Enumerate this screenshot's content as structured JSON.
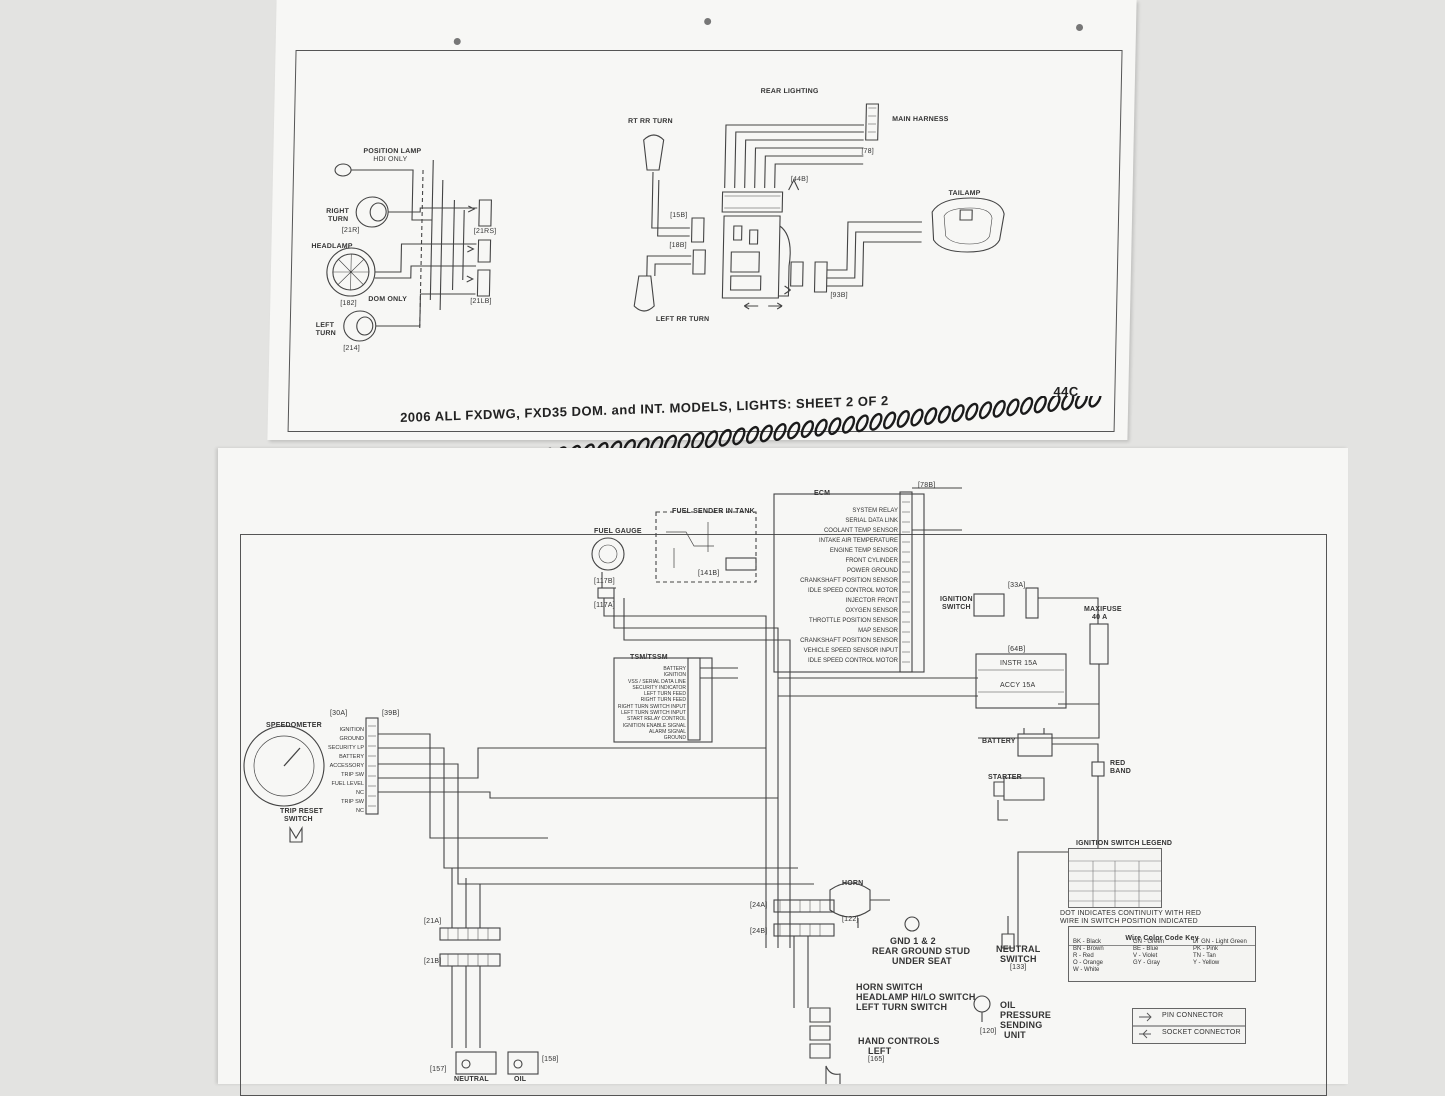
{
  "upper_sheet": {
    "ref_code": "44C",
    "title": "2006 ALL FXDWG, FXD35 DOM. and INT. MODELS, LIGHTS: SHEET 2 OF 2",
    "section_rear": "REAR LIGHTING",
    "labels": {
      "position_lamp": "POSITION LAMP",
      "hdi_only": "HDI ONLY",
      "right_turn_1": "RIGHT",
      "right_turn_2": "TURN",
      "headlamp": "HEADLAMP",
      "dom_only": "DOM ONLY",
      "left_turn_1": "LEFT",
      "left_turn_2": "TURN",
      "rt_rr_turn": "RT RR TURN",
      "left_rr_turn": "LEFT RR TURN",
      "main_harness": "MAIN HARNESS",
      "tailamp": "TAILAMP"
    },
    "refs": [
      "[21R]",
      "[182]",
      "[214]",
      "[21RS]",
      "[21LB]",
      "[18B]",
      "[15B]",
      "[93B]",
      "[44B]",
      "[78]"
    ]
  },
  "lower_sheet": {
    "labels": {
      "fuel_gauge": "FUEL GAUGE",
      "fuel_sender": "FUEL SENDER IN TANK",
      "ecm": "ECM",
      "tsm": "TSM/TSSM",
      "speedometer": "SPEEDOMETER",
      "trip_reset_1": "TRIP RESET",
      "trip_reset_2": "SWITCH",
      "ignition_switch_1": "IGNITION",
      "ignition_switch_2": "SWITCH",
      "maxi_fuse_1": "MAXIFUSE",
      "maxi_fuse_2": "40 A",
      "battery": "BATTERY",
      "starter": "STARTER",
      "red_band_1": "RED",
      "red_band_2": "BAND",
      "horn": "HORN",
      "rear_ground_1": "GND 1 & 2",
      "rear_ground_2": "REAR GROUND STUD",
      "rear_ground_3": "UNDER SEAT",
      "neutral_switch_1": "NEUTRAL",
      "neutral_switch_2": "SWITCH",
      "horn_switch": "HORN SWITCH",
      "headlamp_switch": "HEADLAMP HI/LO SWITCH",
      "left_turn_switch": "LEFT TURN SWITCH",
      "hand_controls_1": "HAND CONTROLS",
      "hand_controls_2": "LEFT",
      "oil_pressure_1": "OIL",
      "oil_pressure_2": "PRESSURE",
      "oil_pressure_3": "SENDING",
      "oil_pressure_4": "UNIT",
      "neutral_lamp": "NEUTRAL",
      "oil_lamp": "OIL",
      "ignition_legend_title": "IGNITION SWITCH LEGEND",
      "ignition_legend_note_1": "DOT INDICATES CONTINUITY WITH RED",
      "ignition_legend_note_2": "WIRE IN SWITCH POSITION INDICATED",
      "pin_connector": "PIN CONNECTOR",
      "socket_connector": "SOCKET CONNECTOR",
      "fuse_instr": "INSTR  15A",
      "fuse_accy": "ACCY  15A"
    },
    "ecm_functions": [
      "SYSTEM RELAY",
      "SERIAL DATA LINK",
      "COOLANT TEMP SENSOR",
      "INTAKE AIR TEMPERATURE",
      "ENGINE TEMP SENSOR",
      "FRONT CYLINDER",
      "POWER GROUND",
      "CRANKSHAFT POSITION SENSOR",
      "IDLE SPEED CONTROL MOTOR",
      "INJECTOR FRONT",
      "OXYGEN SENSOR",
      "THROTTLE POSITION SENSOR",
      "MAP SENSOR",
      "CRANKSHAFT POSITION SENSOR",
      "VEHICLE SPEED SENSOR INPUT",
      "IDLE SPEED CONTROL MOTOR"
    ],
    "tsm_functions": [
      "BATTERY",
      "IGNITION",
      "VSS / SERIAL DATA LINE",
      "SECURITY INDICATOR",
      "LEFT TURN FEED",
      "RIGHT TURN FEED",
      "RIGHT TURN SWITCH INPUT",
      "LEFT TURN SWITCH INPUT",
      "START RELAY CONTROL",
      "IGNITION ENABLE SIGNAL",
      "ALARM SIGNAL",
      "GROUND"
    ],
    "speedo_functions": [
      "IGNITION",
      "GROUND",
      "SECURITY LP",
      "BATTERY",
      "ACCESSORY",
      "TRIP SW",
      "FUEL LEVEL",
      "NC",
      "TRIP SW",
      "NC"
    ],
    "wire_color_key": {
      "title": "Wire Color Code Key",
      "entries": [
        "BK - Black",
        "GN - Green",
        "LT GN - Light Green",
        "BN - Brown",
        "BE - Blue",
        "PK - Pink",
        "R - Red",
        "V - Violet",
        "TN - Tan",
        "O - Orange",
        "GY - Gray",
        "Y - Yellow",
        "W - White"
      ]
    },
    "refs": [
      "[117B]",
      "[117A]",
      "[141B]",
      "[30A]",
      "[39B]",
      "[21A]",
      "[21B]",
      "[24A]",
      "[24B]",
      "[122]",
      "[133]",
      "[157]",
      "[158]",
      "[120]",
      "[165]",
      "[33A]",
      "[64B]",
      "[78B]"
    ]
  }
}
